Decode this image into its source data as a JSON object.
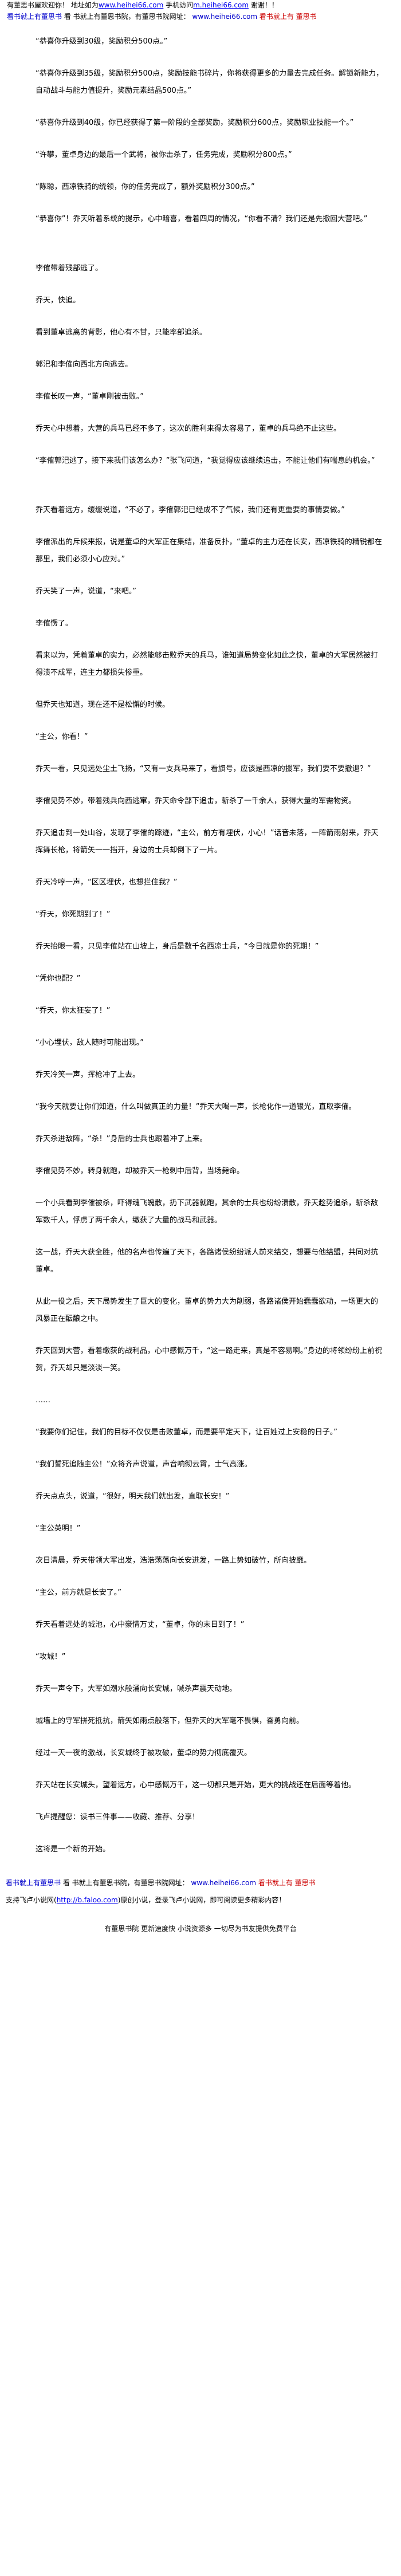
{
  "header": {
    "notice_prefix": "有董思书屋欢迎你！ 地址如为",
    "notice_link_1": "www.heihei66.com",
    "notice_mid": " 手机访问",
    "notice_link_2": "m.heihei66.com",
    "notice_suffix": " 谢谢！！",
    "site_name_left": "看书就上有董思书",
    "site_name_mid": "看 书就上有董思书院，有董思书院网址：",
    "site_url": "www.heihei66.com",
    "site_name_right": " 看书就上有 董思书"
  },
  "paragraphs": [
    "“恭喜你升级到30级，奖励积分500点。”",
    "“恭喜你升级到35级，奖励积分500点，奖励技能书碎片，你将获得更多的力量去完成任务。解锁新能力，自动战斗与能力值提升，奖励元素结晶500点。”",
    "“恭喜你升级到40级，你已经获得了第一阶段的全部奖励，奖励积分600点，奖励职业技能一个。”",
    "“许攀，董卓身边的最后一个武将，被你击杀了，任务完成，奖励积分800点。”",
    "“陈聪，西凉铁骑的统领，你的任务完成了，额外奖励积分300点。”",
    "“恭喜你”！乔天听着系统的提示，心中暗喜，看着四周的情况，“你看不清？我们还是先撤回大营吧。”",
    "李傕带着残部逃了。",
    "乔天，快追。",
    "看到董卓逃离的背影，他心有不甘，只能率部追杀。",
    "郭汜和李傕向西北方向逃去。",
    "李傕长叹一声，“董卓刚被击败。”",
    "乔天心中想着，大营的兵马已经不多了，这次的胜利来得太容易了，董卓的兵马绝不止这些。",
    "“李傕郭汜逃了，接下来我们该怎么办？”张飞问道，“我觉得应该继续追击，不能让他们有喘息的机会。”",
    "乔天看着远方，缓缓说道，“不必了，李傕郭汜已经成不了气候，我们还有更重要的事情要做。”",
    "李傕派出的斥候来报，说是董卓的大军正在集结，准备反扑，“董卓的主力还在长安，西凉铁骑的精锐都在那里，我们必须小心应对。”",
    "乔天笑了一声，说道，“来吧。”",
    "李傕愣了。",
    "看来以为，凭着董卓的实力，必然能够击败乔天的兵马，谁知道局势变化如此之快，董卓的大军居然被打得溃不成军，连主力都损失惨重。",
    "但乔天也知道，现在还不是松懈的时候。",
    "“主公，你看！”",
    "乔天一看，只见远处尘土飞扬，“又有一支兵马来了，看旗号，应该是西凉的援军，我们要不要撤退？”",
    "李傕见势不妙，带着残兵向西逃窜，乔天命令部下追击，斩杀了一千余人，获得大量的军需物资。",
    "乔天追击到一处山谷，发现了李傕的踪迹，“主公，前方有埋伏，小心！”话音未落，一阵箭雨射来，乔天挥舞长枪，将箭矢一一挡开，身边的士兵却倒下了一片。",
    "乔天冷哼一声，“区区埋伏，也想拦住我？”",
    "“乔天，你死期到了！”",
    "乔天抬眼一看，只见李傕站在山坡上，身后是数千名西凉士兵，“今日就是你的死期！”",
    "“凭你也配？”",
    "“乔天，你太狂妄了！”",
    "“小心埋伏，敌人随时可能出现。”",
    "乔天冷笑一声，挥枪冲了上去。",
    "“我今天就要让你们知道，什么叫做真正的力量！”乔天大喝一声，长枪化作一道银光，直取李傕。",
    "乔天杀进敌阵，“杀！”身后的士兵也跟着冲了上来。",
    "李傕见势不妙，转身就跑，却被乔天一枪刺中后背，当场毙命。",
    "一个小兵看到李傕被杀，吓得魂飞魄散，扔下武器就跑，其余的士兵也纷纷溃散，乔天趁势追杀，斩杀敌军数千人，俘虏了两千余人，缴获了大量的战马和武器。",
    "这一战，乔天大获全胜，他的名声也传遍了天下，各路诸侯纷纷派人前来结交，想要与他结盟，共同对抗董卓。",
    "从此一役之后，天下局势发生了巨大的变化，董卓的势力大为削弱，各路诸侯开始蠢蠢欲动，一场更大的风暴正在酝酿之中。",
    "乔天回到大营，看着缴获的战利品，心中感慨万千，“这一路走来，真是不容易啊。”身边的将领纷纷上前祝贺，乔天却只是淡淡一笑。",
    "……",
    "“我要你们记住，我们的目标不仅仅是击败董卓，而是要平定天下，让百姓过上安稳的日子。”",
    "“我们誓死追随主公！”众将齐声说道，声音响彻云霄，士气高涨。",
    "乔天点点头，说道，“很好，明天我们就出发，直取长安！”",
    "“主公英明！”",
    "次日清晨，乔天带领大军出发，浩浩荡荡向长安进发，一路上势如破竹，所向披靡。",
    "“主公，前方就是长安了。”",
    "乔天看着远处的城池，心中豪情万丈，“董卓，你的末日到了！”",
    "“攻城！”",
    "乔天一声令下，大军如潮水般涌向长安城，喊杀声震天动地。",
    "城墙上的守军拼死抵抗，箭矢如雨点般落下，但乔天的大军毫不畏惧，奋勇向前。",
    "经过一天一夜的激战，长安城终于被攻破，董卓的势力彻底覆灭。",
    "乔天站在长安城头，望着远方，心中感慨万千，这一切都只是开始，更大的挑战还在后面等着他。",
    "飞卢提醒您：读书三件事——收藏、推荐、分享！",
    "这将是一个新的开始。"
  ],
  "footer_site": {
    "left": "看书就上有董思书",
    "mid": "看 书就上有董思书院，有董思书院网址：",
    "url": "www.heihei66.com",
    "right": " 看书就上有 董思书"
  },
  "footer_link": {
    "prefix": "支持飞卢小说网(",
    "url": "http://b.faloo.com",
    "suffix": ")原创小说，登录飞卢小说网，即可阅读更多精彩内容！"
  },
  "footer_bottom": "有董思书院 更新速度快 小说资源多 一切尽为书友提供免费平台"
}
